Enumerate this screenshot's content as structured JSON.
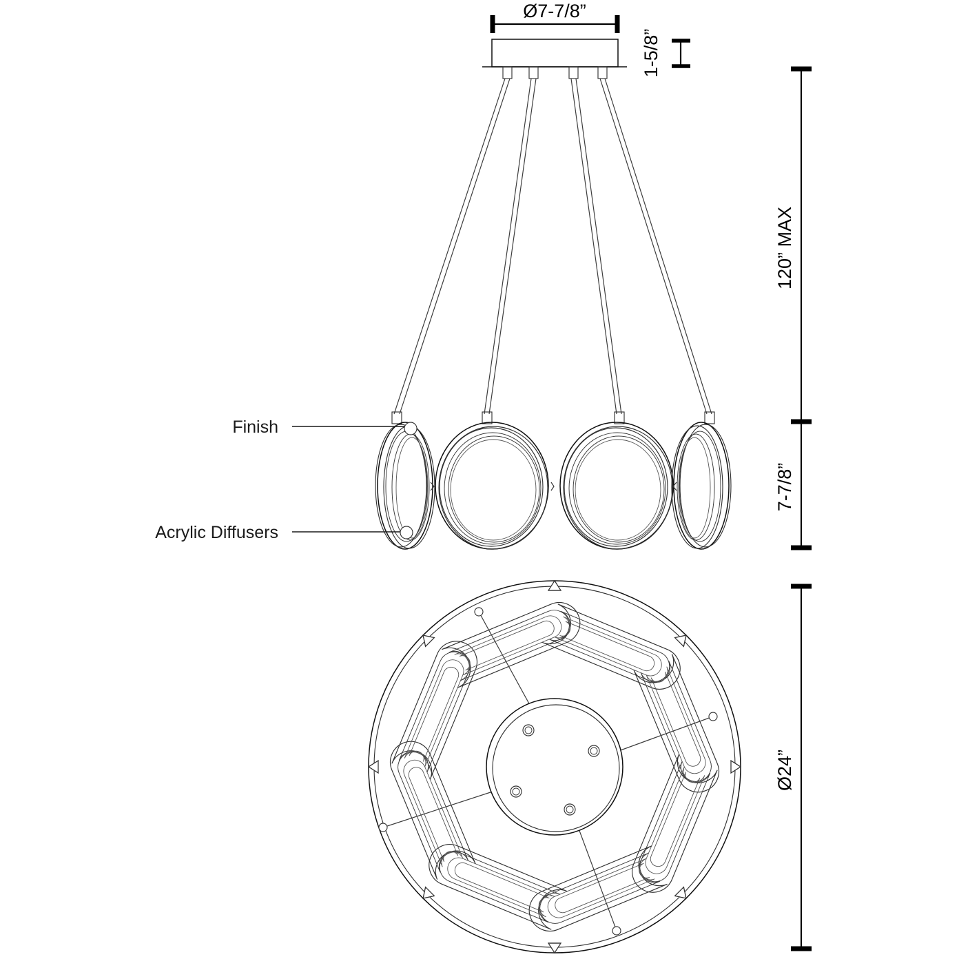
{
  "drawing": {
    "title": "Pendant Luminaire Dimensional Drawing",
    "line_color": "#111111",
    "text_color": "#000000",
    "background": "#ffffff"
  },
  "dimensions": {
    "canopy_diameter": "Ø7-7/8”",
    "canopy_height": "1-5/8”",
    "drop_max": "120” MAX",
    "fixture_height": "7-7/8”",
    "fixture_diameter": "Ø24”"
  },
  "callouts": {
    "finish": "Finish",
    "acrylic_diffusers": "Acrylic Diffusers"
  },
  "views": {
    "elevation_name": "side-elevation-view",
    "plan_name": "bottom-plan-view"
  },
  "counts": {
    "cables": 4,
    "rings_elevation": 4,
    "rings_plan": 8,
    "canopy_grommets": 4
  }
}
